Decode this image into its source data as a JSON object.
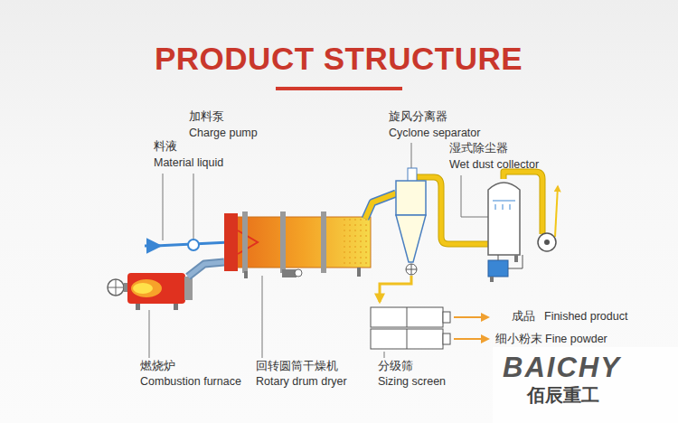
{
  "diagram": {
    "title": "PRODUCT STRUCTURE",
    "labels": [
      "加料泵",
      "Charge pump",
      "料液",
      "Material liquid",
      "旋风分离器",
      "Cyclone separator",
      "湿式除尘器",
      "Wet dust collector",
      "成品",
      "Finished product",
      "细小粉末",
      "Fine powder",
      "燃烧炉",
      "Combustion furnace",
      "回转圆筒干燥机",
      "Rotary drum dryer",
      "分级筛",
      "Sizing screen",
      "BAICHY",
      "佰辰重工"
    ]
  }
}
